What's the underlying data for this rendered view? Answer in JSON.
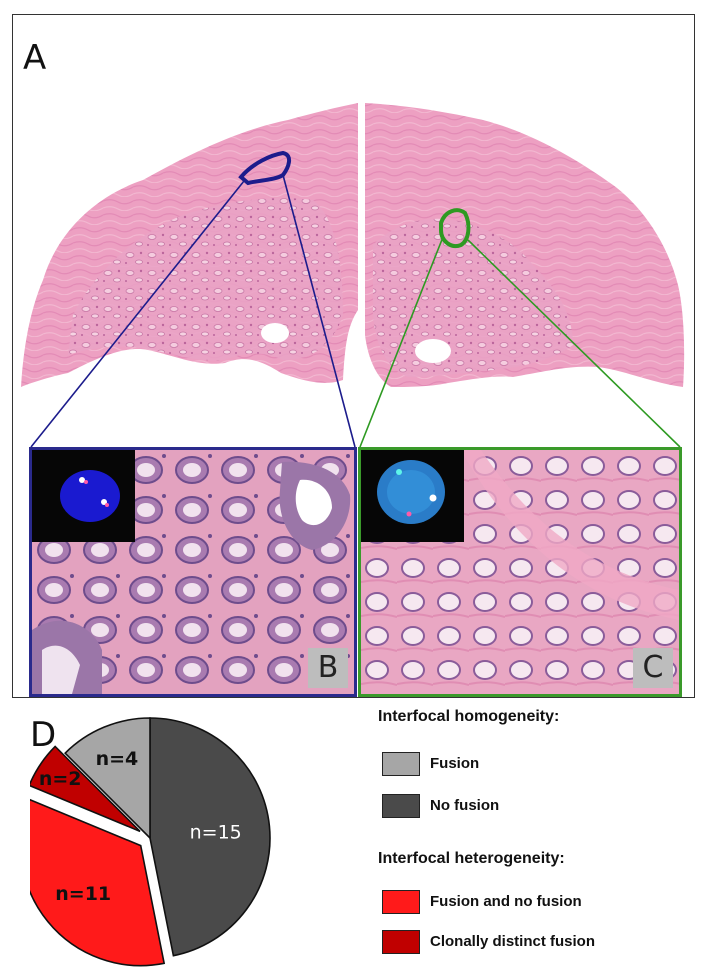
{
  "figure": {
    "panel_a_label": "A",
    "panel_b_label": "B",
    "panel_c_label": "C",
    "panel_d_label": "D",
    "outline_colors": {
      "left_focus": "#1c1c8c",
      "right_focus": "#2e9a22"
    }
  },
  "chart_data": {
    "type": "pie",
    "slices": [
      {
        "label": "n=15",
        "value": 15,
        "category": "No fusion",
        "color": "#4a4a4a"
      },
      {
        "label": "n=11",
        "value": 11,
        "category": "Fusion and no fusion",
        "color": "#ff1a1a"
      },
      {
        "label": "n=2",
        "value": 2,
        "category": "Clonally distinct fusion",
        "color": "#c00000"
      },
      {
        "label": "n=4",
        "value": 4,
        "category": "Fusion",
        "color": "#a6a6a6"
      }
    ],
    "exploded": [
      "n=11",
      "n=2"
    ]
  },
  "legend": {
    "homogeneity_title": "Interfocal homogeneity:",
    "homogeneity_items": [
      {
        "label": "Fusion",
        "color": "#a6a6a6"
      },
      {
        "label": "No fusion",
        "color": "#4a4a4a"
      }
    ],
    "heterogeneity_title": "Interfocal heterogeneity:",
    "heterogeneity_items": [
      {
        "label": "Fusion and no fusion",
        "color": "#ff1a1a"
      },
      {
        "label": "Clonally distinct fusion",
        "color": "#c00000"
      }
    ]
  }
}
